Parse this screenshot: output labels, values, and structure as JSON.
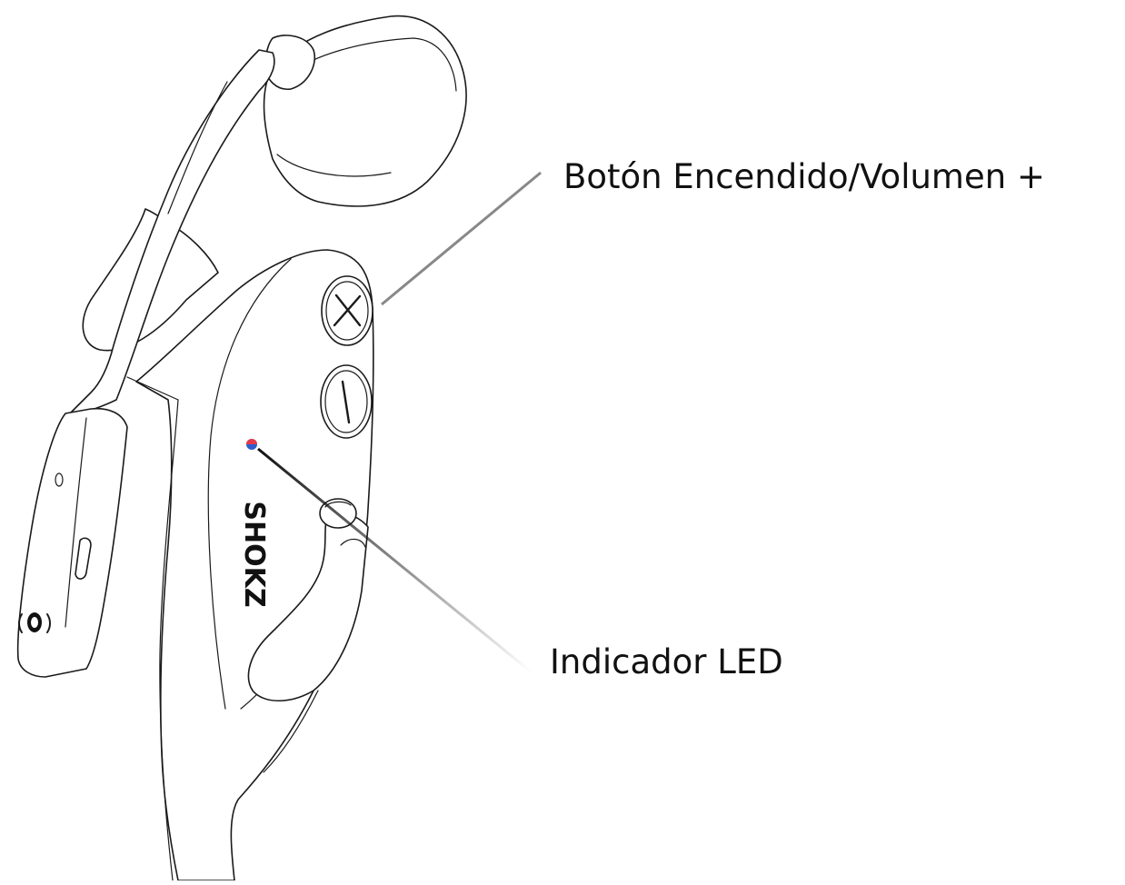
{
  "diagram": {
    "callouts": [
      {
        "id": "power",
        "label": "Botón Encendido/Volumen +"
      },
      {
        "id": "led",
        "label": "Indicador LED"
      }
    ],
    "brand_text": "SHOKZ",
    "colors": {
      "line": "#1a1a1a",
      "led_red": "#e53a4a",
      "led_blue": "#2f5ec9",
      "text": "#111111"
    },
    "icons": [
      "plus-button-icon",
      "minus-button-icon",
      "led-indicator-icon",
      "sound-wave-icon"
    ]
  }
}
